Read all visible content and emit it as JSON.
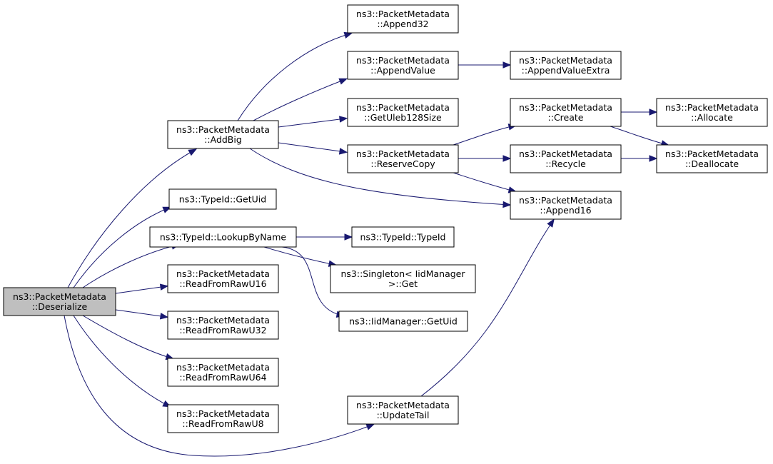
{
  "colors": {
    "edge": "#191970",
    "root_fill": "#bfbfbf",
    "node_fill": "#ffffff",
    "node_border": "#000000"
  },
  "nodes": {
    "deserialize": {
      "lines": [
        "ns3::PacketMetadata",
        "::Deserialize"
      ],
      "root": true
    },
    "addbig": {
      "lines": [
        "ns3::PacketMetadata",
        "::AddBig"
      ]
    },
    "gettypeuid": {
      "lines": [
        "ns3::TypeId::GetUid"
      ]
    },
    "lookupbyname": {
      "lines": [
        "ns3::TypeId::LookupByName"
      ]
    },
    "readu16": {
      "lines": [
        "ns3::PacketMetadata",
        "::ReadFromRawU16"
      ]
    },
    "readu32": {
      "lines": [
        "ns3::PacketMetadata",
        "::ReadFromRawU32"
      ]
    },
    "readu64": {
      "lines": [
        "ns3::PacketMetadata",
        "::ReadFromRawU64"
      ]
    },
    "readu8": {
      "lines": [
        "ns3::PacketMetadata",
        "::ReadFromRawU8"
      ]
    },
    "updatetail": {
      "lines": [
        "ns3::PacketMetadata",
        "::UpdateTail"
      ]
    },
    "append32": {
      "lines": [
        "ns3::PacketMetadata",
        "::Append32"
      ]
    },
    "appendvalue": {
      "lines": [
        "ns3::PacketMetadata",
        "::AppendValue"
      ]
    },
    "getuleb128size": {
      "lines": [
        "ns3::PacketMetadata",
        "::GetUleb128Size"
      ]
    },
    "reservecopy": {
      "lines": [
        "ns3::PacketMetadata",
        "::ReserveCopy"
      ]
    },
    "typeidctor": {
      "lines": [
        "ns3::TypeId::TypeId"
      ]
    },
    "singletonget": {
      "lines": [
        "ns3::Singleton< IidManager",
        ">::Get"
      ]
    },
    "iidgetuid": {
      "lines": [
        "ns3::IidManager::GetUid"
      ]
    },
    "appendvalueextra": {
      "lines": [
        "ns3::PacketMetadata",
        "::AppendValueExtra"
      ]
    },
    "create": {
      "lines": [
        "ns3::PacketMetadata",
        "::Create"
      ]
    },
    "recycle": {
      "lines": [
        "ns3::PacketMetadata",
        "::Recycle"
      ]
    },
    "append16": {
      "lines": [
        "ns3::PacketMetadata",
        "::Append16"
      ]
    },
    "allocate": {
      "lines": [
        "ns3::PacketMetadata",
        "::Allocate"
      ]
    },
    "deallocate": {
      "lines": [
        "ns3::PacketMetadata",
        "::Deallocate"
      ]
    }
  },
  "edges": [
    {
      "from": "deserialize",
      "to": "addbig"
    },
    {
      "from": "deserialize",
      "to": "gettypeuid"
    },
    {
      "from": "deserialize",
      "to": "lookupbyname"
    },
    {
      "from": "deserialize",
      "to": "readu16"
    },
    {
      "from": "deserialize",
      "to": "readu32"
    },
    {
      "from": "deserialize",
      "to": "readu64"
    },
    {
      "from": "deserialize",
      "to": "readu8"
    },
    {
      "from": "deserialize",
      "to": "updatetail"
    },
    {
      "from": "addbig",
      "to": "append32"
    },
    {
      "from": "addbig",
      "to": "appendvalue"
    },
    {
      "from": "addbig",
      "to": "getuleb128size"
    },
    {
      "from": "addbig",
      "to": "reservecopy"
    },
    {
      "from": "addbig",
      "to": "append16"
    },
    {
      "from": "appendvalue",
      "to": "appendvalueextra"
    },
    {
      "from": "reservecopy",
      "to": "create"
    },
    {
      "from": "reservecopy",
      "to": "recycle"
    },
    {
      "from": "reservecopy",
      "to": "append16"
    },
    {
      "from": "create",
      "to": "allocate"
    },
    {
      "from": "create",
      "to": "deallocate"
    },
    {
      "from": "recycle",
      "to": "deallocate"
    },
    {
      "from": "lookupbyname",
      "to": "typeidctor"
    },
    {
      "from": "lookupbyname",
      "to": "singletonget"
    },
    {
      "from": "lookupbyname",
      "to": "iidgetuid"
    },
    {
      "from": "updatetail",
      "to": "append16"
    }
  ]
}
